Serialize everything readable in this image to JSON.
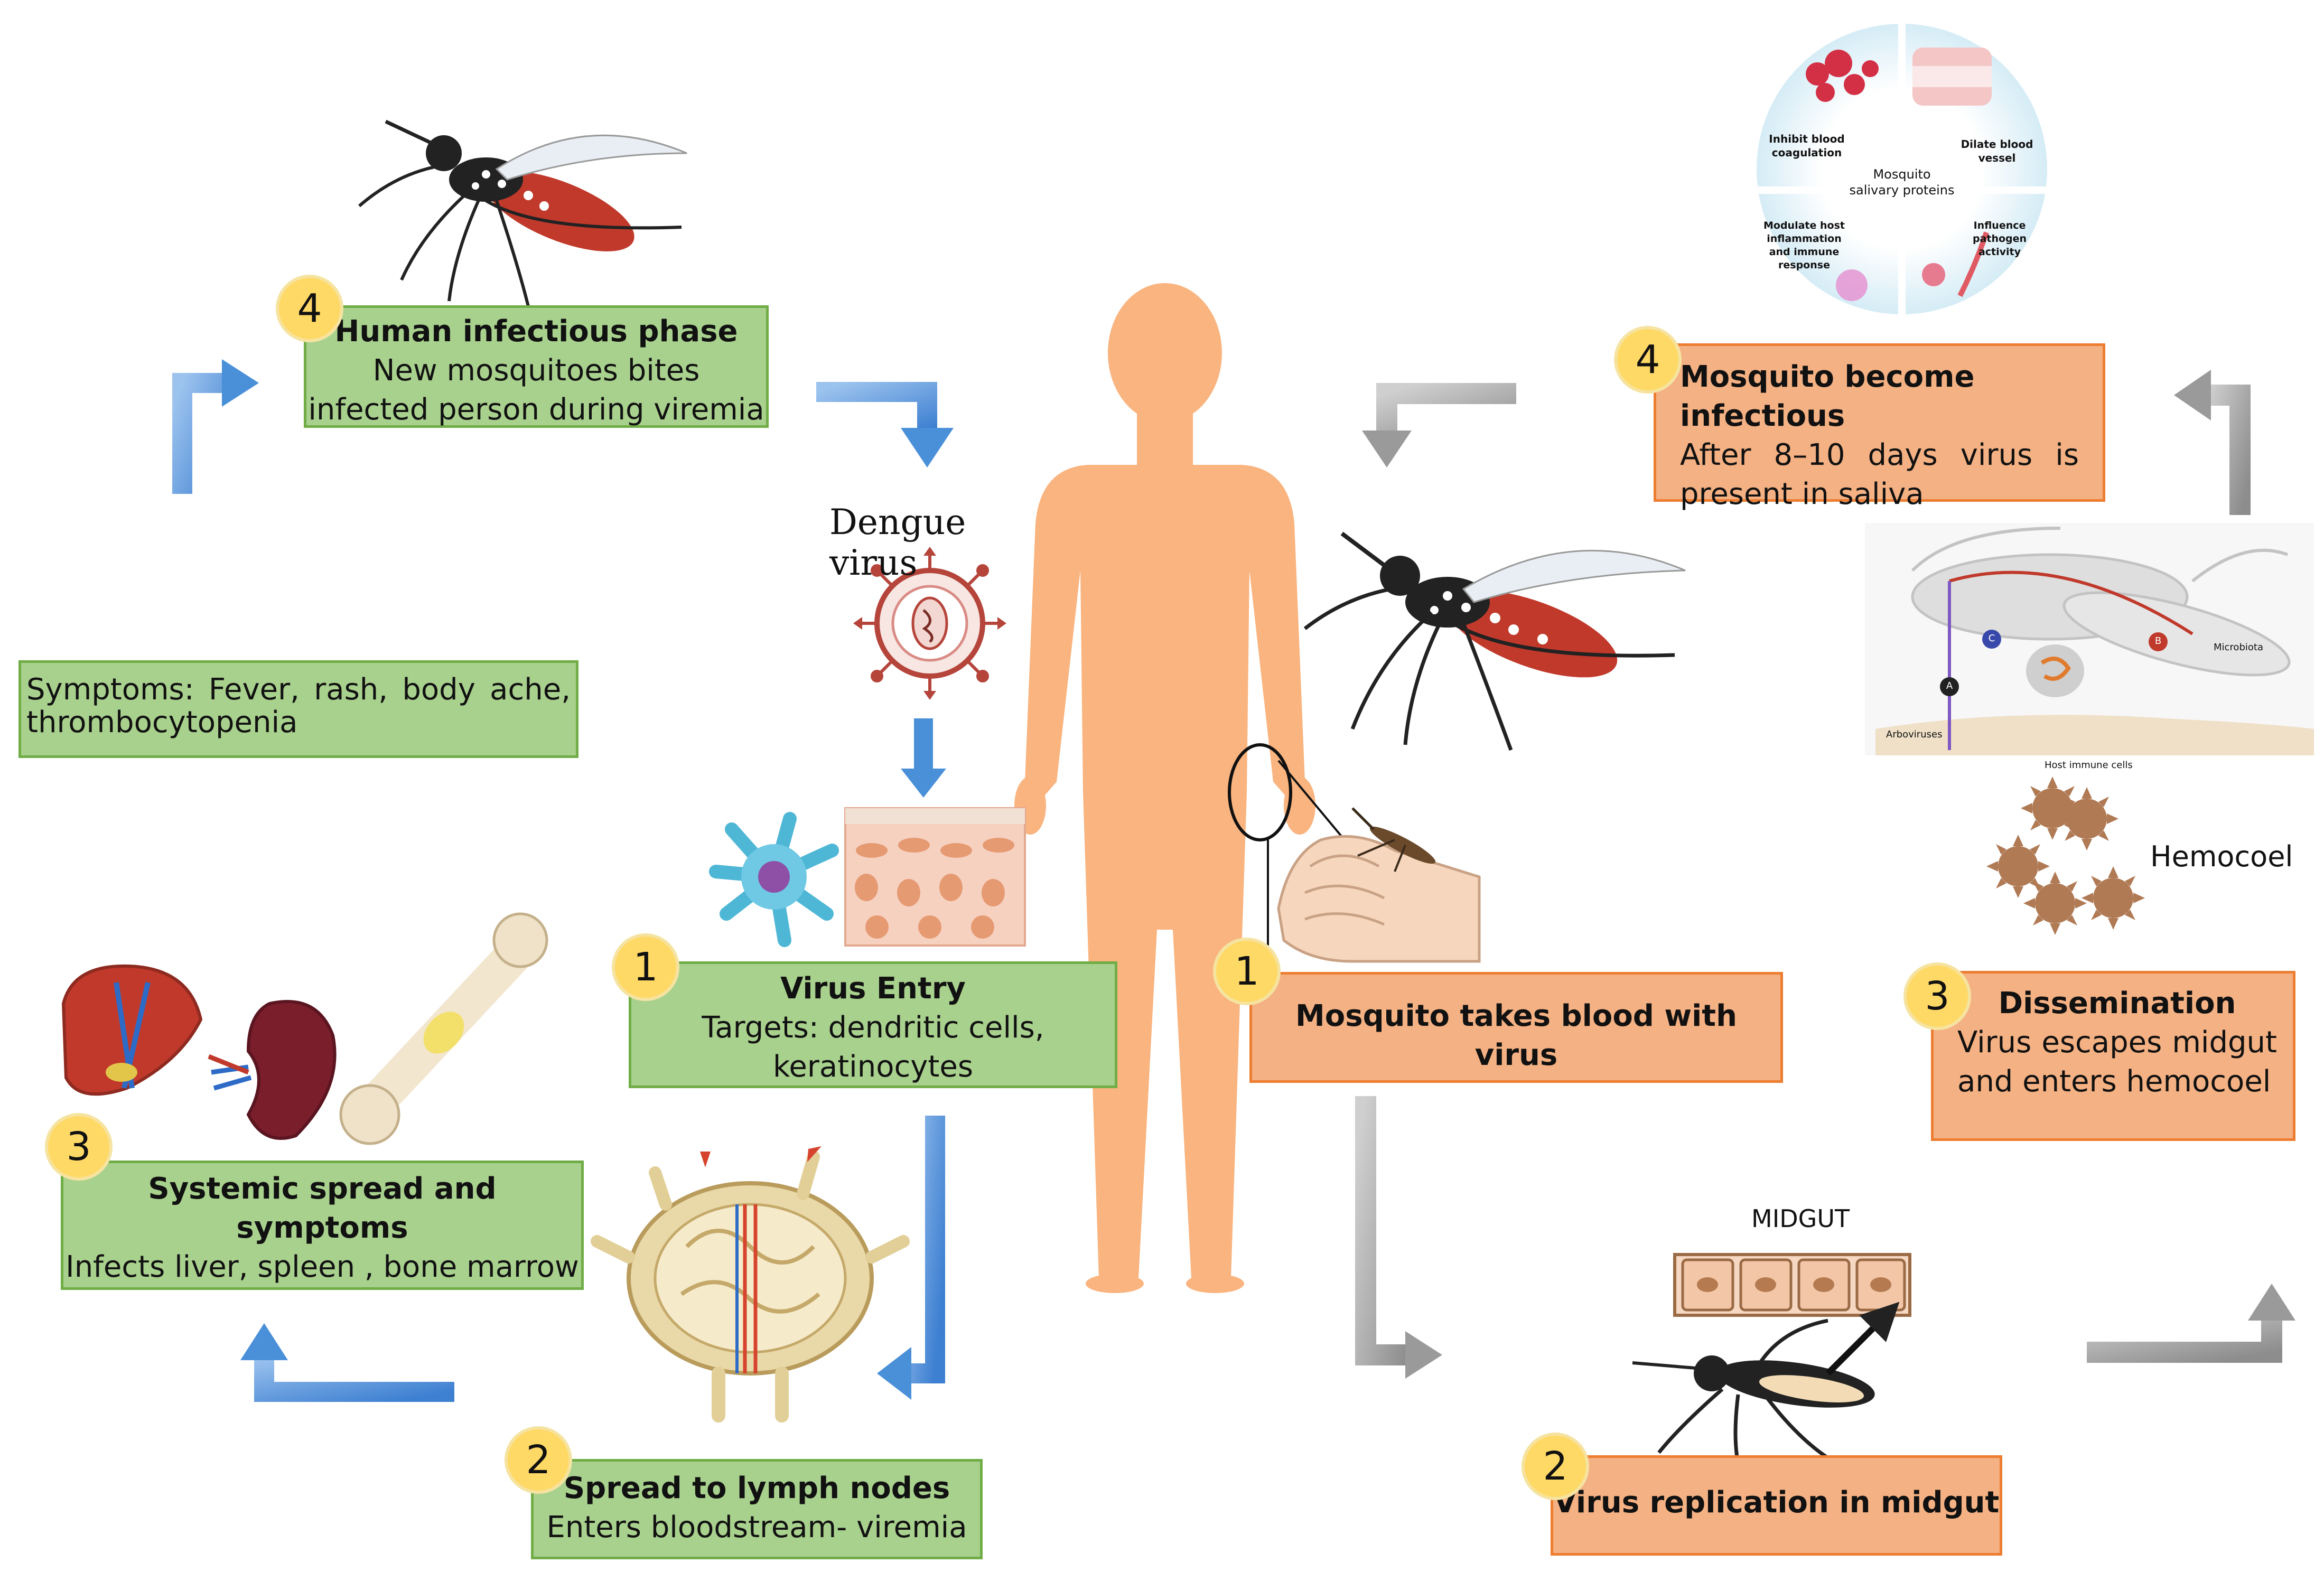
{
  "colors": {
    "human_box_fill": "#a9d18e",
    "human_box_border": "#70ad47",
    "mosquito_box_fill": "#f4b183",
    "mosquito_box_border": "#ed7d31",
    "badge_fill": "#ffd966",
    "human_arrow": "#4a90d9",
    "mosquito_arrow": "#9a9a9a",
    "body_silhouette": "#f9b47f"
  },
  "human_cycle": {
    "step1": {
      "number": "1",
      "title": "Virus Entry",
      "line1": "Targets: dendritic cells,",
      "line2": "keratinocytes"
    },
    "step2": {
      "number": "2",
      "title": "Spread to lymph nodes",
      "line1": "Enters bloodstream- viremia"
    },
    "step3": {
      "number": "3",
      "title": "Systemic spread and symptoms",
      "line1": "Infects liver, spleen , bone marrow"
    },
    "step4": {
      "number": "4",
      "title": "Human infectious phase",
      "line1": "New mosquitoes bites",
      "line2": "infected person during viremia"
    },
    "symptoms": "Symptoms: Fever, rash, body ache, thrombocytopenia",
    "virus_label": "Dengue virus"
  },
  "mosquito_cycle": {
    "step1": {
      "number": "1",
      "title": "Mosquito takes blood with virus"
    },
    "step2": {
      "number": "2",
      "title": "Virus replication in midgut"
    },
    "step3": {
      "number": "3",
      "title": "Dissemination",
      "line1": "Virus escapes midgut",
      "line2": "and enters hemocoel"
    },
    "step4": {
      "number": "4",
      "title": "Mosquito become infectious",
      "line1": "After 8–10 days virus is",
      "line2": "present in saliva"
    },
    "midgut_label": "MIDGUT",
    "hemocoel_label": "Hemocoel"
  },
  "saliva_wheel": {
    "center": "Mosquito salivary proteins",
    "q1": "Inhibit blood coagulation",
    "q2": "Dilate blood vessel",
    "q3": "Modulate host inflammation and immune response",
    "q4": "Influence pathogen activity"
  },
  "anatomy_panel": {
    "arboviruses": "Arboviruses",
    "host_cells": "Host immune cells",
    "microbiota": "Microbiota",
    "marker_a": "A",
    "marker_b": "B",
    "marker_c": "C"
  },
  "icons": [
    "mosquito-icon",
    "human-body-icon",
    "virus-icon",
    "dendritic-cell-icon",
    "skin-tissue-icon",
    "liver-icon",
    "spleen-icon",
    "bone-icon",
    "lymph-node-icon",
    "hand-icon",
    "midgut-icon",
    "hemocoel-cell-icon"
  ]
}
